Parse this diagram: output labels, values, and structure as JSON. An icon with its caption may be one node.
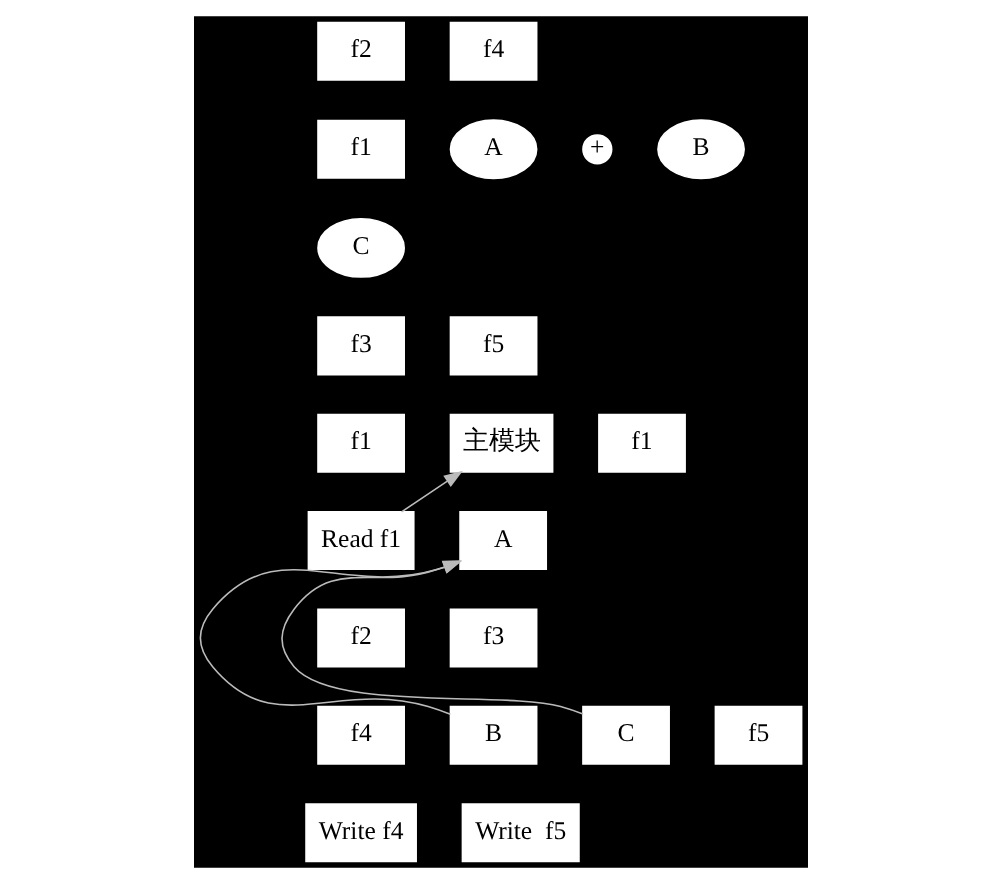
{
  "diagram": {
    "nodes": [
      {
        "text": [
          "f1"
        ]
      },
      {
        "text": [
          "A"
        ]
      },
      {
        "text": [
          "+"
        ]
      },
      {
        "text": [
          "f2"
        ]
      },
      {
        "text": [
          "B"
        ]
      },
      {
        "text": [
          "f3"
        ]
      },
      {
        "text": [
          "C"
        ]
      },
      {
        "text": [
          "f4"
        ]
      },
      {
        "text": [
          "f5"
        ]
      },
      {
        "text": [
          "主模块"
        ]
      },
      {
        "text": [
          "f1"
        ]
      },
      {
        "text": [
          "f1"
        ]
      },
      {
        "text": [
          "Read f1"
        ]
      },
      {
        "text": [
          "A"
        ]
      },
      {
        "text": [
          "f2"
        ]
      },
      {
        "text": [
          "f3"
        ]
      },
      {
        "text": [
          "B"
        ]
      },
      {
        "text": [
          "C"
        ]
      },
      {
        "text": [
          "f4"
        ]
      },
      {
        "text": [
          "f5"
        ]
      },
      {
        "text": [
          "Write f4"
        ]
      },
      {
        "text": [
          "Write  f5"
        ]
      }
    ],
    "edges": [
      {
        "from": 12,
        "to": 9,
        "arrow": "to"
      },
      {
        "from": 16,
        "to": 13,
        "arrow": "to"
      },
      {
        "from": 17,
        "to": 13,
        "arrow": "to"
      }
    ]
  }
}
